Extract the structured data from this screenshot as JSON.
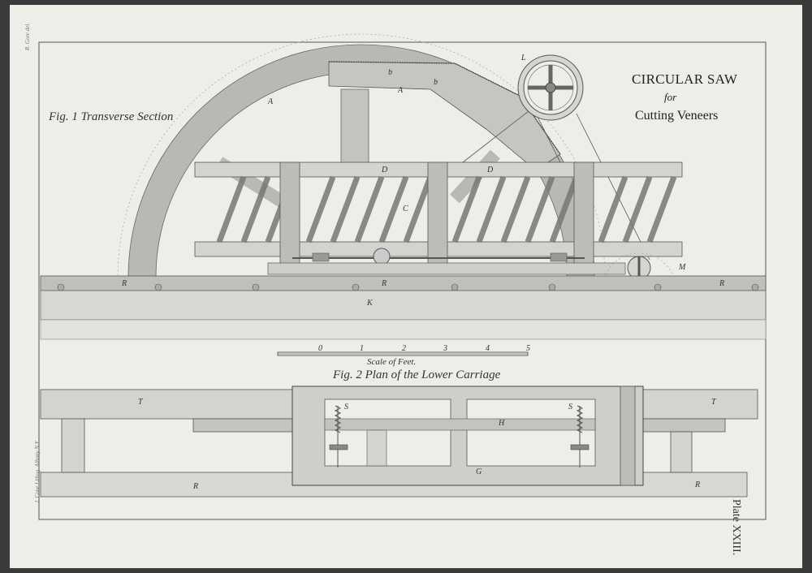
{
  "plate": {
    "title_line1": "CIRCULAR SAW",
    "title_line2": "for",
    "title_line3": "Cutting Veneers",
    "plate_number": "Plate XXIII.",
    "credit_draftsman": "R. Gore del.",
    "credit_lithographer": "J. Cone Lithog. Albany N.Y."
  },
  "figure1": {
    "caption": "Fig. 1 Transverse Section",
    "labels": {
      "A1": "A",
      "A2": "A",
      "b1": "b",
      "b2": "b",
      "D1": "D",
      "D2": "D",
      "C": "C",
      "L": "L",
      "M": "M",
      "R1": "R",
      "R2": "R",
      "R3": "R",
      "K": "K"
    }
  },
  "scale": {
    "caption": "Scale of Feet.",
    "ticks": [
      "0",
      "1",
      "2",
      "3",
      "4",
      "5"
    ]
  },
  "figure2": {
    "caption": "Fig. 2 Plan of the Lower Carriage",
    "labels": {
      "T1": "T",
      "T2": "T",
      "S1": "S",
      "S2": "S",
      "H": "H",
      "G": "G",
      "R1": "R",
      "R2": "R"
    }
  },
  "colors": {
    "paper": "#eeede7",
    "background": "#3a3a3a",
    "ink": "#333333",
    "wood_light": "#d3d3cf",
    "wood_mid": "#b9b9b4"
  }
}
